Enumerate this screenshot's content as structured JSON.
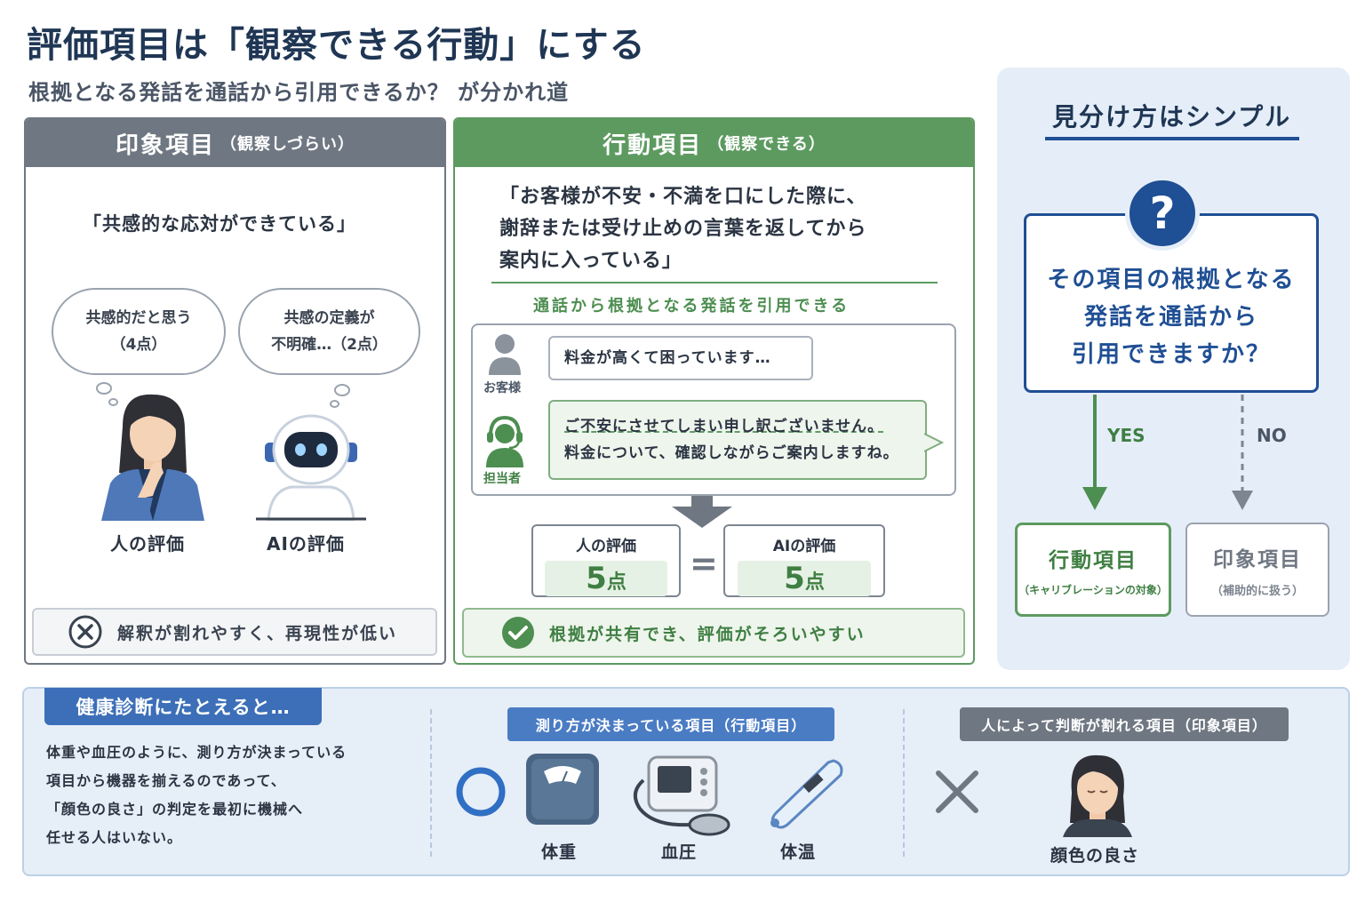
{
  "header": {
    "title": "評価項目は「観察できる行動」にする",
    "subtitle": "根拠となる発話を通話から引用できるか？ が分かれ道"
  },
  "impression": {
    "head": "印象項目",
    "head_sub": "（観察しづらい）",
    "quote": "「共感的な応対ができている」",
    "human_thought_1": "共感的だと思う",
    "human_thought_2": "（4点）",
    "ai_thought_1": "共感の定義が",
    "ai_thought_2": "不明確…（2点）",
    "human_label": "人の評価",
    "ai_label": "AIの評価",
    "verdict": "解釈が割れやすく、再現性が低い"
  },
  "behavior": {
    "head": "行動項目",
    "head_sub": "（観察できる）",
    "quote_1": "「お客様が不安・不満を口にした際に、",
    "quote_2": "謝辞または受け止めの言葉を返してから",
    "quote_3": "案内に入っている」",
    "evidence_caption": "通話から根拠となる発話を引用できる",
    "customer_label": "お客様",
    "customer_msg": "料金が高くて困っています…",
    "agent_label": "担当者",
    "agent_msg_1": "ご不安にさせてしまい申し訳ございません。",
    "agent_msg_2": "料金について、確認しながらご案内しますね。",
    "human_score_title": "人の評価",
    "ai_score_title": "AIの評価",
    "human_score": "5",
    "ai_score": "5",
    "score_unit": "点",
    "equals": "=",
    "verdict": "根拠が共有でき、評価がそろいやすい"
  },
  "decision": {
    "title": "見分け方はシンプル",
    "q_mark": "?",
    "question_1": "その項目の根拠となる",
    "question_2": "発話を通話から",
    "question_3": "引用できますか？",
    "yes": "YES",
    "no": "NO",
    "yes_box_title": "行動項目",
    "yes_box_sub": "（キャリブレーションの対象）",
    "no_box_title": "印象項目",
    "no_box_sub": "（補助的に扱う）"
  },
  "analogy": {
    "tag": "健康診断にたとえると…",
    "text_1": "体重や血圧のように、測り方が決まっている",
    "text_2": "項目から機器を揃えるのであって、",
    "text_3": "「顔色の良さ」の判定を最初に機械へ",
    "text_4": "任せる人はいない。",
    "measured_pill": "測り方が決まっている項目（行動項目）",
    "judged_pill": "人によって判断が割れる項目（印象項目）",
    "weight": "体重",
    "blood_pressure": "血圧",
    "temperature": "体温",
    "complexion": "顔色の良さ"
  },
  "colors": {
    "navy": "#1f3654",
    "gray": "#6f7782",
    "green": "#5d9a60",
    "blue": "#1f4f94",
    "pill_blue": "#4a7cc4"
  }
}
